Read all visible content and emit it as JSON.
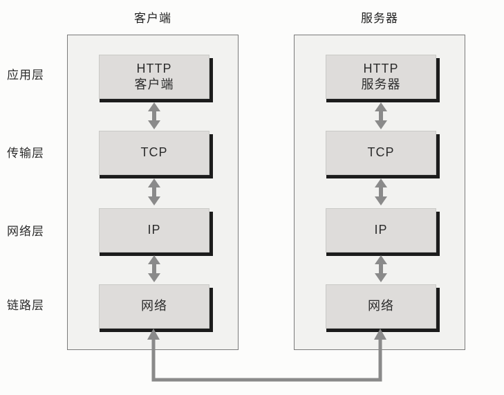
{
  "layer_labels": [
    {
      "label": "应用层"
    },
    {
      "label": "传输层"
    },
    {
      "label": "网络层"
    },
    {
      "label": "链路层"
    }
  ],
  "columns": {
    "client": {
      "title": "客户端",
      "boxes": {
        "application": "HTTP\n客户端",
        "transport": "TCP",
        "network": "IP",
        "link": "网络"
      }
    },
    "server": {
      "title": "服务器",
      "boxes": {
        "application": "HTTP\n服务器",
        "transport": "TCP",
        "network": "IP",
        "link": "网络"
      }
    }
  },
  "colors": {
    "page_background": "#fcfcfb",
    "panel_fill": "#f2f2f0",
    "panel_border": "#7a7a7a",
    "box_fill": "#dedcda",
    "box_shadow": "#1c1c1c",
    "arrow": "#8a8a8a",
    "text": "#2b2b2b"
  }
}
